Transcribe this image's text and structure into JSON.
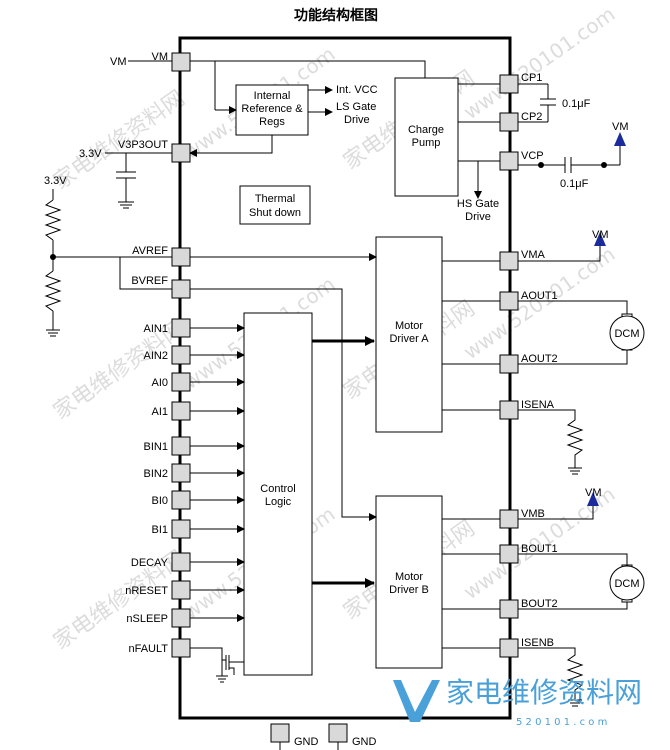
{
  "title": "功能结构框图",
  "left_pins": {
    "vm": "VM",
    "v3p3out": "V3P3OUT",
    "avref": "AVREF",
    "bvref": "BVREF",
    "ain1": "AIN1",
    "ain2": "AIN2",
    "ai0": "AI0",
    "ai1": "AI1",
    "bin1": "BIN1",
    "bin2": "BIN2",
    "bi0": "BI0",
    "bi1": "BI1",
    "decay": "DECAY",
    "nreset": "nRESET",
    "nsleep": "nSLEEP",
    "nfault": "nFAULT"
  },
  "right_pins": {
    "cp1": "CP1",
    "cp2": "CP2",
    "vcp": "VCP",
    "vma": "VMA",
    "aout1": "AOUT1",
    "aout2": "AOUT2",
    "isena": "ISENA",
    "vmb": "VMB",
    "bout1": "BOUT1",
    "bout2": "BOUT2",
    "isenb": "ISENB"
  },
  "bottom_pins": {
    "gnd1": "GND",
    "gnd2": "GND"
  },
  "blocks": {
    "internal_ref_line1": "Internal",
    "internal_ref_line2": "Reference &",
    "internal_ref_line3": "Regs",
    "int_vcc": "Int. VCC",
    "ls_gate_line1": "LS Gate",
    "ls_gate_line2": "Drive",
    "charge_pump_line1": "Charge",
    "charge_pump_line2": "Pump",
    "hs_gate_line1": "HS Gate",
    "hs_gate_line2": "Drive",
    "thermal_line1": "Thermal",
    "thermal_line2": "Shut down",
    "control_line1": "Control",
    "control_line2": "Logic",
    "driver_a_line1": "Motor",
    "driver_a_line2": "Driver A",
    "driver_b_line1": "Motor",
    "driver_b_line2": "Driver B"
  },
  "external": {
    "vm_label": "VM",
    "v33_label1": "3.3V",
    "v33_label2": "3.3V",
    "cap_cp": "0.1μF",
    "cap_vcp": "0.1μF",
    "vm_arrow1": "VM",
    "vm_arrow2": "VM",
    "vm_arrow3": "VM",
    "motor_a": "DCM",
    "motor_b": "DCM"
  },
  "watermark": {
    "logo_text": "家电维修资料网",
    "logo_url": "5 2 0 1 0 1 . c o m",
    "wm_cn": "家电维修资料网",
    "wm_url": "www.520101.com"
  },
  "colors": {
    "line": "#000000",
    "pin_fill": "#d9d9d9",
    "arrow_blue": "#1b2b9b",
    "logo": "#4aa0d8"
  }
}
